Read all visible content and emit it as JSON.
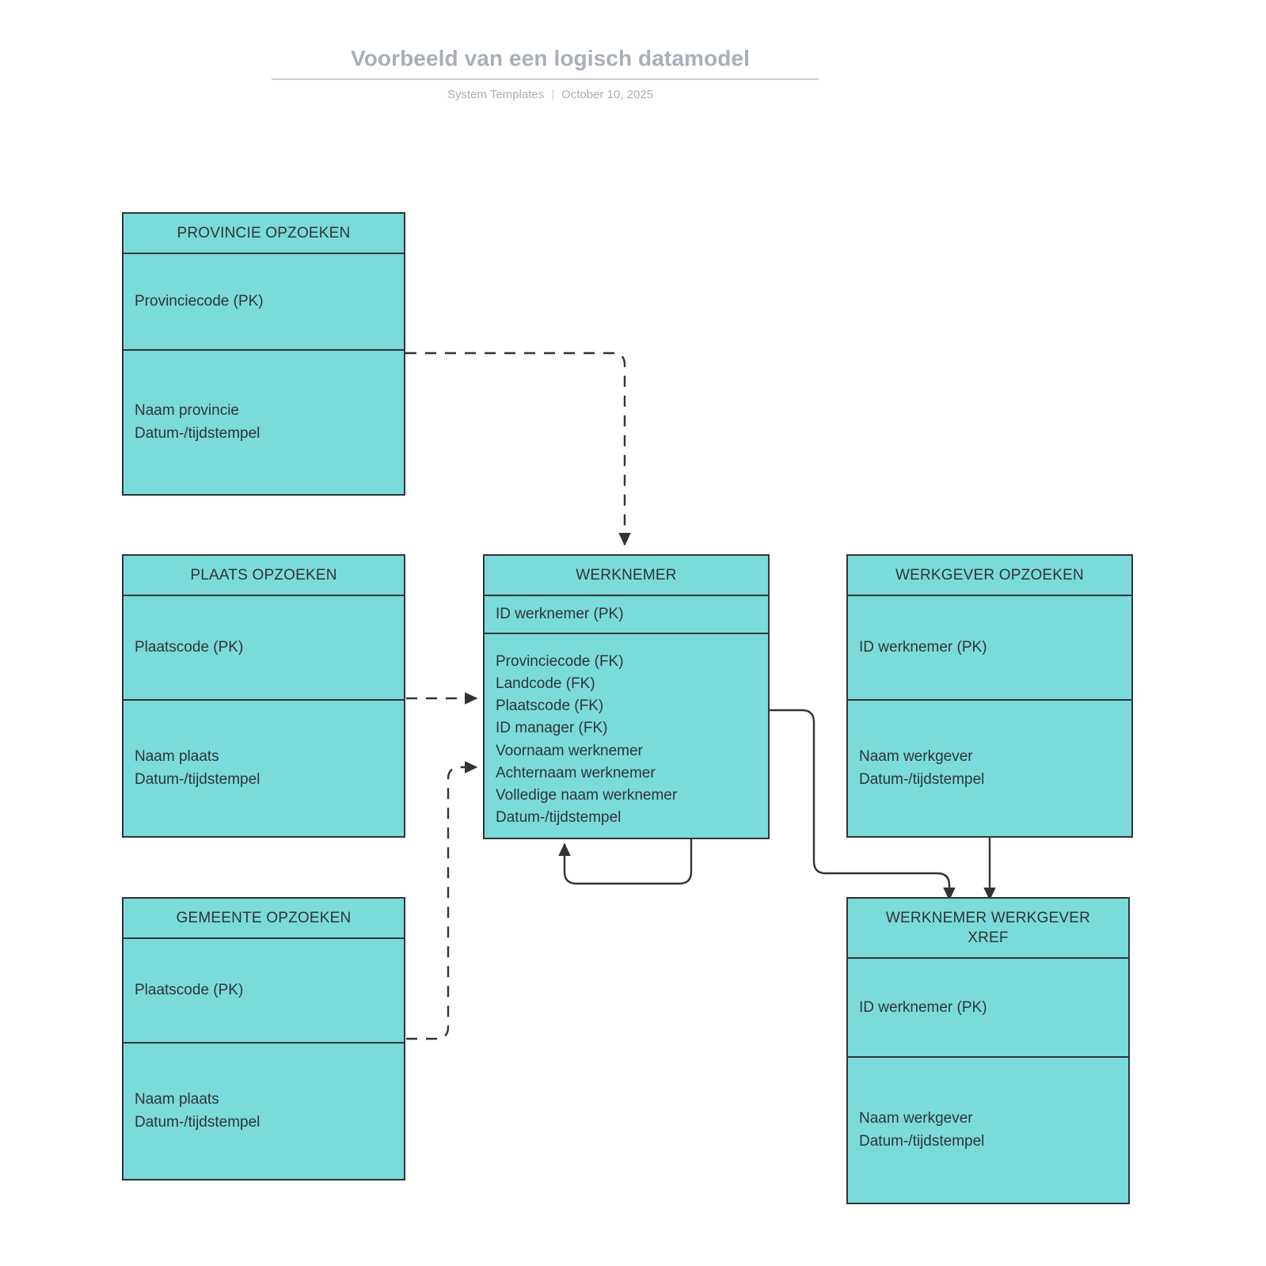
{
  "header": {
    "title": "Voorbeeld van een logisch datamodel",
    "source": "System Templates",
    "separator": "|",
    "date": "October 10, 2025"
  },
  "theme": {
    "entity_fill": "#7bdbdb",
    "entity_border": "#2f3437",
    "text_color": "#2f3437",
    "header_text": "#a9afb7",
    "connector_color": "#2f3437",
    "page_background": "#ffffff"
  },
  "diagram": {
    "type": "entity-relationship-diagram",
    "entities": [
      {
        "id": "provincie-opzoeken",
        "title": "PROVINCIE OPZOEKEN",
        "key_attributes": [
          "Provinciecode (PK)"
        ],
        "attributes": [
          "Naam provincie",
          "Datum-/tijdstempel"
        ]
      },
      {
        "id": "plaats-opzoeken",
        "title": "PLAATS OPZOEKEN",
        "key_attributes": [
          "Plaatscode (PK)"
        ],
        "attributes": [
          "Naam plaats",
          "Datum-/tijdstempel"
        ]
      },
      {
        "id": "gemeente-opzoeken",
        "title": "GEMEENTE OPZOEKEN",
        "key_attributes": [
          "Plaatscode (PK)"
        ],
        "attributes": [
          "Naam plaats",
          "Datum-/tijdstempel"
        ]
      },
      {
        "id": "werknemer",
        "title": "WERKNEMER",
        "key_attributes": [
          "ID werknemer (PK)"
        ],
        "attributes": [
          "Provinciecode (FK)",
          "Landcode (FK)",
          "Plaatscode (FK)",
          "ID manager (FK)",
          "Voornaam werknemer",
          "Achternaam werknemer",
          "Volledige naam werknemer",
          "Datum-/tijdstempel"
        ]
      },
      {
        "id": "werkgever-opzoeken",
        "title": "WERKGEVER OPZOEKEN",
        "key_attributes": [
          "ID werknemer (PK)"
        ],
        "attributes": [
          "Naam werkgever",
          "Datum-/tijdstempel"
        ]
      },
      {
        "id": "werknemer-werkgever-xref",
        "title": "WERKNEMER WERKGEVER XREF",
        "key_attributes": [
          "ID werknemer (PK)"
        ],
        "attributes": [
          "Naam werkgever",
          "Datum-/tijdstempel"
        ]
      }
    ],
    "relationships": [
      {
        "id": "provincie-to-werknemer",
        "from": "provincie-opzoeken",
        "to": "werknemer",
        "style": "dashed",
        "arrow": "to"
      },
      {
        "id": "plaats-to-werknemer",
        "from": "plaats-opzoeken",
        "to": "werknemer",
        "style": "dashed",
        "arrow": "to"
      },
      {
        "id": "gemeente-to-werknemer",
        "from": "gemeente-opzoeken",
        "to": "werknemer",
        "style": "dashed",
        "arrow": "to"
      },
      {
        "id": "werknemer-self-manager",
        "from": "werknemer",
        "to": "werknemer",
        "style": "solid",
        "arrow": "to"
      },
      {
        "id": "werknemer-to-xref",
        "from": "werknemer",
        "to": "werknemer-werkgever-xref",
        "style": "solid",
        "arrow": "to"
      },
      {
        "id": "werkgever-to-xref",
        "from": "werkgever-opzoeken",
        "to": "werknemer-werkgever-xref",
        "style": "solid",
        "arrow": "to"
      }
    ]
  }
}
